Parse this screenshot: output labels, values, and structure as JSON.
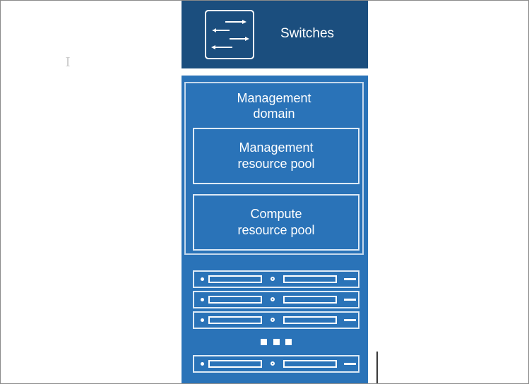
{
  "diagram": {
    "switches_label": "Switches",
    "management_domain_label": "Management\ndomain",
    "management_pool_label": "Management\nresource pool",
    "compute_pool_label": "Compute\nresource pool",
    "server_count_shown": 4
  },
  "colors": {
    "switch_header": "#1b4e7e",
    "column_blue": "#2a73b8",
    "box_border": "#ddeaf6"
  },
  "icons": [
    "switch-icon",
    "server-icon",
    "ellipsis-icon"
  ]
}
